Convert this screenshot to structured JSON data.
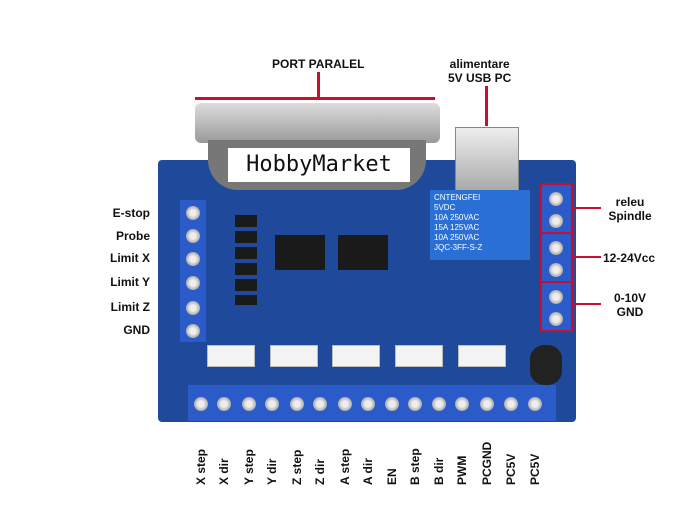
{
  "labels": {
    "port": "PORT PARALEL",
    "power": [
      "alimentare",
      "5V USB PC"
    ],
    "brand": "HobbyMarket",
    "left": [
      "E-stop",
      "Probe",
      "Limit X",
      "Limit Y",
      "Limit Z",
      "GND"
    ],
    "right": [
      [
        "releu",
        "Spindle"
      ],
      [
        "12-24Vcc"
      ],
      [
        "0-10V",
        "GND"
      ]
    ],
    "bottom": [
      "X step",
      "X dir",
      "Y step",
      "Y dir",
      "Z step",
      "Z dir",
      "A step",
      "A dir",
      "EN",
      "B step",
      "B dir",
      "PWM",
      "PCGND",
      "PC5V",
      "PC5V"
    ],
    "relay": [
      "CNTENGFEI",
      "5VDC",
      "10A 250VAC",
      "15A 125VAC",
      "10A 250VAC",
      "JQC-3FF-S-Z"
    ]
  },
  "colors": {
    "board": "#1f4a9c",
    "annotation": "#c8102e",
    "terminal": "#2a5bc8"
  }
}
